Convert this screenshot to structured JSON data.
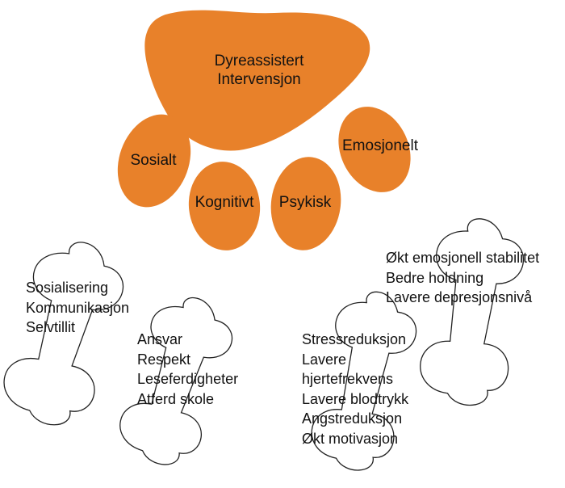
{
  "colors": {
    "paw": "#e8812a",
    "bone_fill": "#ffffff",
    "bone_stroke": "#222222",
    "text": "#111111"
  },
  "paw": {
    "main_pad": [
      "Dyreassistert",
      "Intervensjon"
    ],
    "toes": [
      {
        "id": "sosialt",
        "label": "Sosialt"
      },
      {
        "id": "kognitivt",
        "label": "Kognitivt"
      },
      {
        "id": "psykisk",
        "label": "Psykisk"
      },
      {
        "id": "emosjonelt",
        "label": "Emosjonelt"
      }
    ]
  },
  "bones": [
    {
      "id": "sosialt",
      "lines": [
        "Sosialisering",
        "Kommunikasjon",
        "Selvtillit"
      ]
    },
    {
      "id": "kognitivt",
      "lines": [
        "Ansvar",
        "Respekt",
        "Leseferdigheter",
        "Atferd skole"
      ]
    },
    {
      "id": "psykisk",
      "lines": [
        "Stressreduksjon",
        "Lavere",
        "hjertefrekvens",
        "Lavere blodtrykk",
        "Angstreduksjon",
        "Økt motivasjon"
      ]
    },
    {
      "id": "emosjonelt",
      "lines": [
        "Økt emosjonell stabilitet",
        "Bedre holdning",
        "Lavere depresjonsnivå"
      ]
    }
  ]
}
